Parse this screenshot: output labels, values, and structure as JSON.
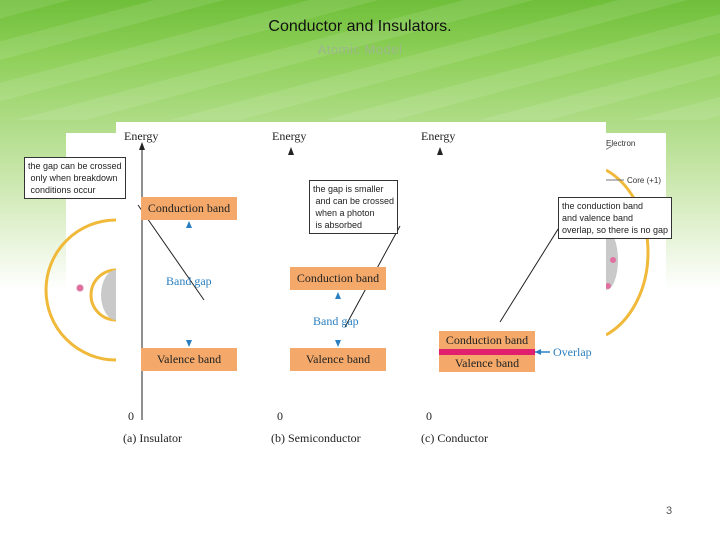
{
  "slide": {
    "title": "Conductor and Insulators.",
    "subtitle": "Atomic Model",
    "page_number": "3"
  },
  "diagram": {
    "axis_label": "Energy",
    "zero_label": "0",
    "insulator": {
      "caption": "(a) Insulator",
      "conduction": "Conduction band",
      "gap": "Band gap",
      "valence": "Valence band"
    },
    "semiconductor": {
      "caption": "(b) Semiconductor",
      "conduction": "Conduction band",
      "gap": "Band gap",
      "valence": "Valence band"
    },
    "conductor": {
      "caption": "(c) Conductor",
      "conduction": "Conduction band",
      "valence": "Valence band",
      "overlap": "Overlap"
    },
    "atom_labels": {
      "electron": "Electron",
      "core": "Core (+1)"
    },
    "colors": {
      "band": "#f4a96a",
      "overlap": "#e0206e",
      "label_blue": "#2a7fc0",
      "orbit": "#f0b93a",
      "electron": "#e070a0"
    }
  },
  "callouts": {
    "insulator": "the gap can be crossed\n only when breakdown\n conditions occur",
    "semiconductor": "the gap is smaller\n and can be crossed\n when a photon\n is absorbed",
    "conductor": "the conduction band\nand valence band\noverlap, so there is no gap"
  }
}
